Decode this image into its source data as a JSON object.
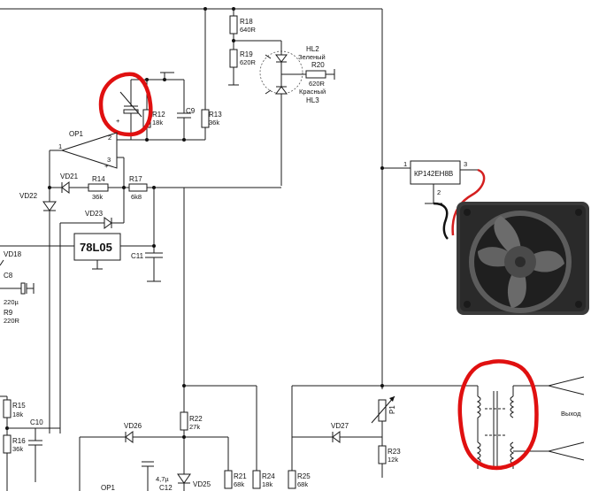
{
  "components": {
    "R18": {
      "name": "R18",
      "value": "640R"
    },
    "R19": {
      "name": "R19",
      "value": "620R"
    },
    "R20": {
      "name": "R20",
      "value": "620R"
    },
    "R12": {
      "name": "R12",
      "value": "18k"
    },
    "R13": {
      "name": "R13",
      "value": "36k"
    },
    "R14": {
      "name": "R14",
      "value": "36k"
    },
    "R17": {
      "name": "R17",
      "value": "6k8"
    },
    "R9": {
      "name": "R9",
      "value": "220R"
    },
    "R15": {
      "name": "R15",
      "value": "18k"
    },
    "R16": {
      "name": "R16",
      "value": "36k"
    },
    "R22": {
      "name": "R22",
      "value": "27k"
    },
    "R21": {
      "name": "R21",
      "value": "68k"
    },
    "R24": {
      "name": "R24",
      "value": "18k"
    },
    "R25": {
      "name": "R25",
      "value": "68k"
    },
    "R23": {
      "name": "R23",
      "value": "12k"
    },
    "C9": "C9",
    "C8": {
      "name": "C8",
      "value": "220µ"
    },
    "C10": "C10",
    "C11": "C11",
    "C12": {
      "name": "C12",
      "value": "4,7µ"
    },
    "HL2": {
      "name": "HL2",
      "color": "Зеленый"
    },
    "HL3": {
      "name": "HL3",
      "color": "Красный"
    },
    "OP1": "OP1",
    "VD18": "VD18",
    "VD21": "VD21",
    "VD22": "VD22",
    "VD23": "VD23",
    "VD25": "VD25",
    "VD26": "VD26",
    "VD27": "VD27",
    "P1": "P1",
    "reg_78L05": "78L05",
    "reg_kp142": "КР142ЕН8В",
    "output_label": "Выход"
  },
  "pins": {
    "op_in": "1",
    "op_2": "2",
    "op_3": "3",
    "kp_1": "1",
    "kp_2": "2",
    "kp_3": "3",
    "pol_plus": "+",
    "pol_plus2": "+"
  },
  "colors": {
    "annotation": "#e01010",
    "fan_wire_red": "#d41f1f",
    "fan_wire_black": "#111111",
    "fan_body": "#3a3a3a"
  }
}
